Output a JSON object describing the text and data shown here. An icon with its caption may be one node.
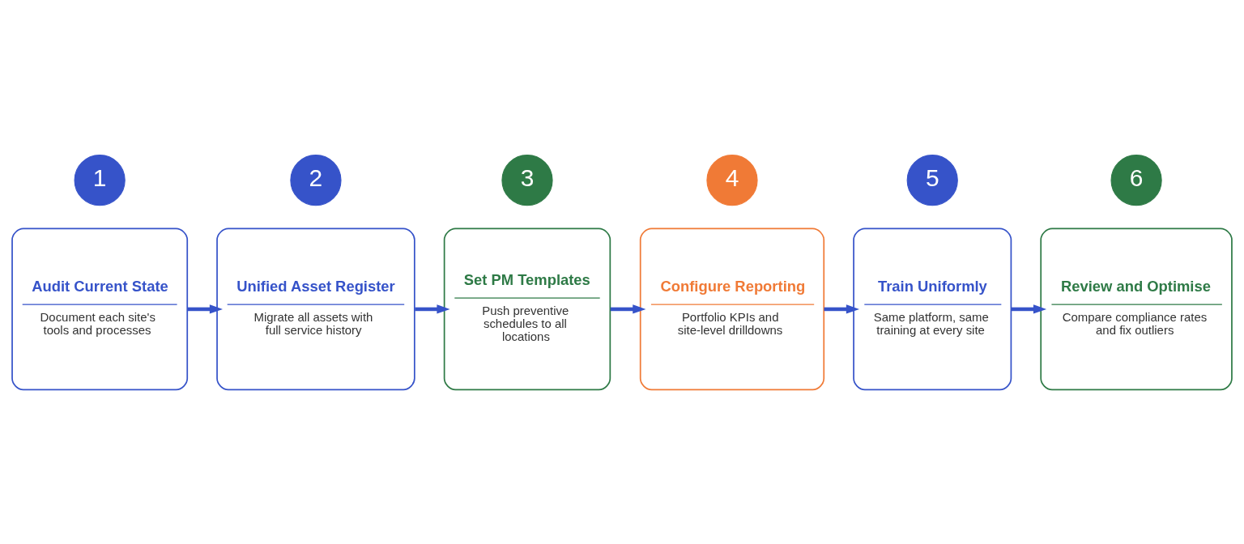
{
  "diagram": {
    "nodes": [
      {
        "text": [
          "1"
        ]
      },
      {
        "text": [
          "2"
        ]
      },
      {
        "text": [
          "3"
        ]
      },
      {
        "text": [
          "4"
        ]
      },
      {
        "text": [
          "5"
        ]
      },
      {
        "text": [
          "6"
        ]
      },
      {
        "text": [
          "Audit Current State",
          "Document each site's tools and processes"
        ]
      },
      {
        "text": [
          "Unified Asset Register",
          "Migrate all assets with full service history"
        ]
      },
      {
        "text": [
          "Set PM Templates",
          "Push preventive schedules to all locations"
        ]
      },
      {
        "text": [
          "Configure Reporting",
          "Portfolio KPIs and site-level drilldowns"
        ]
      },
      {
        "text": [
          "Train Uniformly",
          "Same platform, same training at every site"
        ]
      },
      {
        "text": [
          "Review and Optimise",
          "Compare compliance rates and fix outliers"
        ]
      }
    ],
    "edges": [
      {
        "from": 6,
        "to": 7,
        "arrow": "to"
      },
      {
        "from": 7,
        "to": 8,
        "arrow": "to"
      },
      {
        "from": 8,
        "to": 9,
        "arrow": "to"
      },
      {
        "from": 9,
        "to": 10,
        "arrow": "to"
      },
      {
        "from": 10,
        "to": 11,
        "arrow": "to"
      }
    ]
  }
}
